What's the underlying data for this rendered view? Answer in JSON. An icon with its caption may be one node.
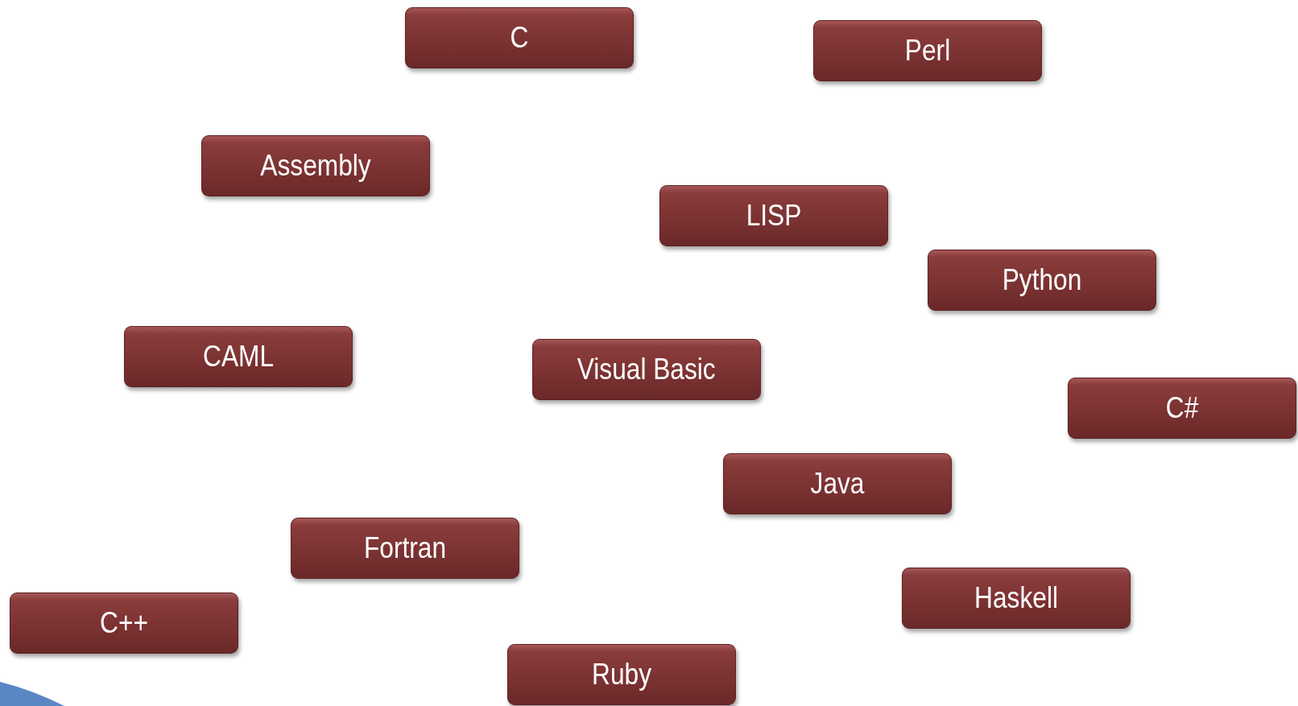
{
  "diagram": {
    "nodes": [
      {
        "text": [
          "C"
        ]
      },
      {
        "text": [
          "Perl"
        ]
      },
      {
        "text": [
          "Assembly"
        ]
      },
      {
        "text": [
          "LISP"
        ]
      },
      {
        "text": [
          "Python"
        ]
      },
      {
        "text": [
          "CAML"
        ]
      },
      {
        "text": [
          "Visual Basic"
        ]
      },
      {
        "text": [
          "C#"
        ]
      },
      {
        "text": [
          "Java"
        ]
      },
      {
        "text": [
          "Fortran"
        ]
      },
      {
        "text": [
          "Haskell"
        ]
      },
      {
        "text": [
          "C++"
        ]
      },
      {
        "text": [
          "Ruby"
        ]
      }
    ]
  }
}
